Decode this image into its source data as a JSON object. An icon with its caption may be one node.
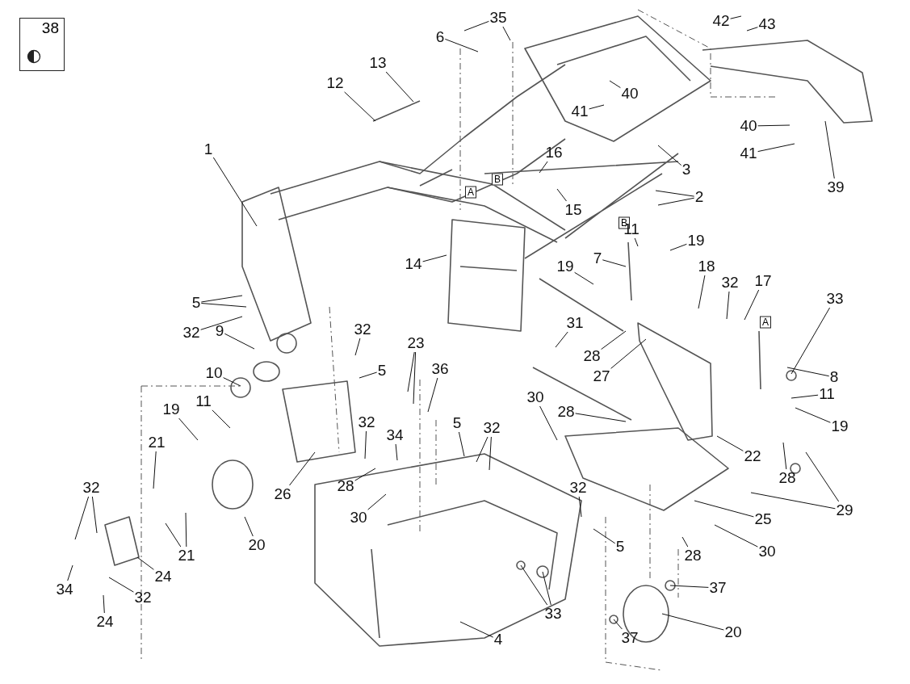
{
  "diagram": {
    "nodes": [
      {
        "text": [
          "38"
        ]
      },
      {
        "text": [
          "35"
        ]
      },
      {
        "text": [
          "42"
        ]
      },
      {
        "text": [
          "43"
        ]
      },
      {
        "text": [
          "6"
        ]
      },
      {
        "text": [
          "13"
        ]
      },
      {
        "text": [
          "12"
        ]
      },
      {
        "text": [
          "40"
        ]
      },
      {
        "text": [
          "41"
        ]
      },
      {
        "text": [
          "40"
        ]
      },
      {
        "text": [
          "1"
        ]
      },
      {
        "text": [
          "16"
        ]
      },
      {
        "text": [
          "41"
        ]
      },
      {
        "text": [
          "3"
        ]
      },
      {
        "text": [
          "B"
        ]
      },
      {
        "text": [
          "A"
        ]
      },
      {
        "text": [
          "39"
        ]
      },
      {
        "text": [
          "2"
        ]
      },
      {
        "text": [
          "15"
        ]
      },
      {
        "text": [
          "B"
        ]
      },
      {
        "text": [
          "11"
        ]
      },
      {
        "text": [
          "19"
        ]
      },
      {
        "text": [
          "7"
        ]
      },
      {
        "text": [
          "19"
        ]
      },
      {
        "text": [
          "14"
        ]
      },
      {
        "text": [
          "18"
        ]
      },
      {
        "text": [
          "32"
        ]
      },
      {
        "text": [
          "17"
        ]
      },
      {
        "text": [
          "33"
        ]
      },
      {
        "text": [
          "5"
        ]
      },
      {
        "text": [
          "A"
        ]
      },
      {
        "text": [
          "31"
        ]
      },
      {
        "text": [
          "32"
        ]
      },
      {
        "text": [
          "23"
        ]
      },
      {
        "text": [
          "32"
        ]
      },
      {
        "text": [
          "9"
        ]
      },
      {
        "text": [
          "28"
        ]
      },
      {
        "text": [
          "27"
        ]
      },
      {
        "text": [
          "5"
        ]
      },
      {
        "text": [
          "36"
        ]
      },
      {
        "text": [
          "10"
        ]
      },
      {
        "text": [
          "8"
        ]
      },
      {
        "text": [
          "11"
        ]
      },
      {
        "text": [
          "11"
        ]
      },
      {
        "text": [
          "30"
        ]
      },
      {
        "text": [
          "19"
        ]
      },
      {
        "text": [
          "28"
        ]
      },
      {
        "text": [
          "19"
        ]
      },
      {
        "text": [
          "32"
        ]
      },
      {
        "text": [
          "5"
        ]
      },
      {
        "text": [
          "32"
        ]
      },
      {
        "text": [
          "34"
        ]
      },
      {
        "text": [
          "21"
        ]
      },
      {
        "text": [
          "22"
        ]
      },
      {
        "text": [
          "28"
        ]
      },
      {
        "text": [
          "28"
        ]
      },
      {
        "text": [
          "32"
        ]
      },
      {
        "text": [
          "32"
        ]
      },
      {
        "text": [
          "26"
        ]
      },
      {
        "text": [
          "29"
        ]
      },
      {
        "text": [
          "30"
        ]
      },
      {
        "text": [
          "25"
        ]
      },
      {
        "text": [
          "20"
        ]
      },
      {
        "text": [
          "5"
        ]
      },
      {
        "text": [
          "30"
        ]
      },
      {
        "text": [
          "28"
        ]
      },
      {
        "text": [
          "21"
        ]
      },
      {
        "text": [
          "24"
        ]
      },
      {
        "text": [
          "37"
        ]
      },
      {
        "text": [
          "34"
        ]
      },
      {
        "text": [
          "32"
        ]
      },
      {
        "text": [
          "33"
        ]
      },
      {
        "text": [
          "24"
        ]
      },
      {
        "text": [
          "20"
        ]
      },
      {
        "text": [
          "37"
        ]
      },
      {
        "text": [
          "4"
        ]
      }
    ],
    "edges": [
      {
        "from": 1,
        "to": null,
        "arrow": "none"
      },
      {
        "from": 1,
        "to": null,
        "arrow": "none"
      },
      {
        "from": 2,
        "to": null,
        "arrow": "none"
      },
      {
        "from": 3,
        "to": null,
        "arrow": "none"
      },
      {
        "from": 4,
        "to": null,
        "arrow": "none"
      },
      {
        "from": 5,
        "to": null,
        "arrow": "none"
      },
      {
        "from": 6,
        "to": null,
        "arrow": "none"
      },
      {
        "from": 7,
        "to": null,
        "arrow": "none"
      },
      {
        "from": 8,
        "to": null,
        "arrow": "none"
      },
      {
        "from": 9,
        "to": null,
        "arrow": "none"
      },
      {
        "from": 10,
        "to": null,
        "arrow": "none"
      },
      {
        "from": 11,
        "to": null,
        "arrow": "none"
      },
      {
        "from": 12,
        "to": null,
        "arrow": "none"
      },
      {
        "from": 13,
        "to": null,
        "arrow": "none"
      },
      {
        "from": 16,
        "to": null,
        "arrow": "none"
      },
      {
        "from": 17,
        "to": null,
        "arrow": "none"
      },
      {
        "from": 17,
        "to": null,
        "arrow": "none"
      },
      {
        "from": 18,
        "to": null,
        "arrow": "none"
      },
      {
        "from": 20,
        "to": null,
        "arrow": "none"
      },
      {
        "from": 21,
        "to": null,
        "arrow": "none"
      },
      {
        "from": 22,
        "to": null,
        "arrow": "none"
      },
      {
        "from": 23,
        "to": null,
        "arrow": "none"
      },
      {
        "from": 24,
        "to": null,
        "arrow": "none"
      },
      {
        "from": 25,
        "to": null,
        "arrow": "none"
      },
      {
        "from": 26,
        "to": null,
        "arrow": "none"
      },
      {
        "from": 27,
        "to": null,
        "arrow": "none"
      },
      {
        "from": 28,
        "to": null,
        "arrow": "none"
      },
      {
        "from": 29,
        "to": null,
        "arrow": "none"
      },
      {
        "from": 29,
        "to": null,
        "arrow": "none"
      },
      {
        "from": 31,
        "to": null,
        "arrow": "none"
      },
      {
        "from": 32,
        "to": null,
        "arrow": "none"
      },
      {
        "from": 33,
        "to": null,
        "arrow": "none"
      },
      {
        "from": 33,
        "to": null,
        "arrow": "none"
      },
      {
        "from": 34,
        "to": null,
        "arrow": "none"
      },
      {
        "from": 35,
        "to": null,
        "arrow": "none"
      },
      {
        "from": 36,
        "to": null,
        "arrow": "none"
      },
      {
        "from": 37,
        "to": null,
        "arrow": "none"
      },
      {
        "from": 38,
        "to": null,
        "arrow": "none"
      },
      {
        "from": 39,
        "to": null,
        "arrow": "none"
      },
      {
        "from": 40,
        "to": null,
        "arrow": "none"
      },
      {
        "from": 41,
        "to": null,
        "arrow": "none"
      },
      {
        "from": 42,
        "to": null,
        "arrow": "none"
      },
      {
        "from": 43,
        "to": null,
        "arrow": "none"
      },
      {
        "from": 44,
        "to": null,
        "arrow": "none"
      },
      {
        "from": 45,
        "to": null,
        "arrow": "none"
      },
      {
        "from": 46,
        "to": null,
        "arrow": "none"
      },
      {
        "from": 47,
        "to": null,
        "arrow": "none"
      },
      {
        "from": 48,
        "to": null,
        "arrow": "none"
      },
      {
        "from": 49,
        "to": null,
        "arrow": "none"
      },
      {
        "from": 50,
        "to": null,
        "arrow": "none"
      },
      {
        "from": 50,
        "to": null,
        "arrow": "none"
      },
      {
        "from": 51,
        "to": null,
        "arrow": "none"
      },
      {
        "from": 52,
        "to": null,
        "arrow": "none"
      },
      {
        "from": 53,
        "to": null,
        "arrow": "none"
      },
      {
        "from": 54,
        "to": null,
        "arrow": "none"
      },
      {
        "from": 55,
        "to": null,
        "arrow": "none"
      },
      {
        "from": 56,
        "to": null,
        "arrow": "none"
      },
      {
        "from": 56,
        "to": null,
        "arrow": "none"
      },
      {
        "from": 57,
        "to": null,
        "arrow": "none"
      },
      {
        "from": 58,
        "to": null,
        "arrow": "none"
      },
      {
        "from": 59,
        "to": null,
        "arrow": "none"
      },
      {
        "from": 59,
        "to": null,
        "arrow": "none"
      },
      {
        "from": 60,
        "to": null,
        "arrow": "none"
      },
      {
        "from": 61,
        "to": null,
        "arrow": "none"
      },
      {
        "from": 62,
        "to": null,
        "arrow": "none"
      },
      {
        "from": 63,
        "to": null,
        "arrow": "none"
      },
      {
        "from": 64,
        "to": null,
        "arrow": "none"
      },
      {
        "from": 65,
        "to": null,
        "arrow": "none"
      },
      {
        "from": 66,
        "to": null,
        "arrow": "none"
      },
      {
        "from": 66,
        "to": null,
        "arrow": "none"
      },
      {
        "from": 67,
        "to": null,
        "arrow": "none"
      },
      {
        "from": 68,
        "to": null,
        "arrow": "none"
      },
      {
        "from": 69,
        "to": null,
        "arrow": "none"
      },
      {
        "from": 70,
        "to": null,
        "arrow": "none"
      },
      {
        "from": 71,
        "to": null,
        "arrow": "none"
      },
      {
        "from": 71,
        "to": null,
        "arrow": "none"
      },
      {
        "from": 72,
        "to": null,
        "arrow": "none"
      },
      {
        "from": 73,
        "to": null,
        "arrow": "none"
      },
      {
        "from": 74,
        "to": null,
        "arrow": "none"
      },
      {
        "from": 75,
        "to": null,
        "arrow": "none"
      }
    ]
  }
}
